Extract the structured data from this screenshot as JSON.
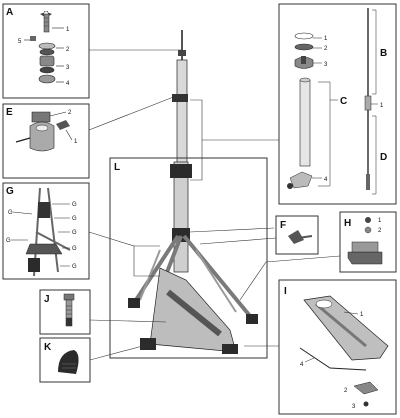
{
  "panels": {
    "A": {
      "letter": "A",
      "callouts": [
        "1",
        "5",
        "2",
        "3",
        "4"
      ]
    },
    "E": {
      "letter": "E",
      "callouts": [
        "2",
        "1"
      ]
    },
    "G": {
      "letter": "G",
      "callouts": [
        "G",
        "G",
        "G",
        "G",
        "G",
        "G",
        "G"
      ]
    },
    "J": {
      "letter": "J"
    },
    "K": {
      "letter": "K"
    },
    "L": {
      "letter": "L"
    },
    "F": {
      "letter": "F"
    },
    "H": {
      "letter": "H",
      "callouts": [
        "1",
        "2"
      ]
    },
    "I": {
      "letter": "I",
      "callouts": [
        "1",
        "4",
        "2",
        "3"
      ]
    },
    "C": {
      "letter": "C",
      "callouts": [
        "1",
        "2",
        "3",
        "4"
      ]
    },
    "BD": {
      "b": "B",
      "d": "D",
      "c": "C",
      "callout": "1"
    }
  },
  "colors": {
    "line": "#222222",
    "box": "#333333",
    "metal": "#9a9a9a",
    "dark": "#2b2b2b"
  }
}
